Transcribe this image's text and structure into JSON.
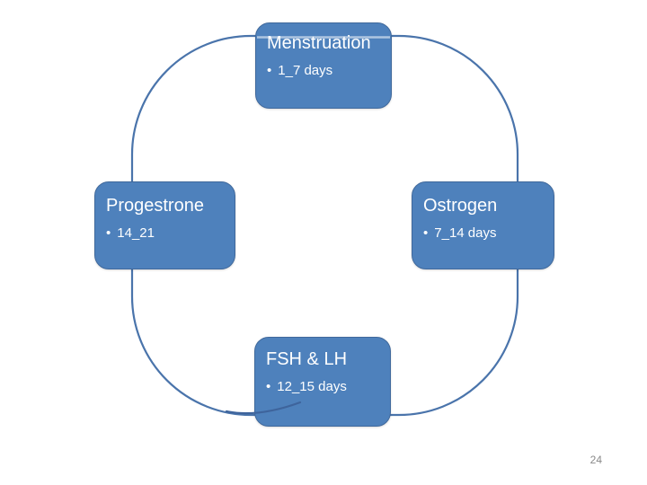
{
  "slide": {
    "page_number": "24",
    "colors": {
      "box_fill": "#4e81bc",
      "box_border": "#40699c",
      "ring_stroke": "#4a74ab",
      "tail_stroke": "#3e649c",
      "text": "#ffffff",
      "page_number_color": "#898989"
    },
    "cycle": {
      "type": "cycle-diagram",
      "bullet_char": "•",
      "nodes": [
        {
          "id": "menstruation",
          "title": "Menstruation",
          "bullet": "1_7 days"
        },
        {
          "id": "ostrogen",
          "title": "Ostrogen",
          "bullet": "7_14 days"
        },
        {
          "id": "fsh-lh",
          "title": "FSH & LH",
          "bullet": "12_15 days"
        },
        {
          "id": "progestrone",
          "title": "Progestrone",
          "bullet": "14_21"
        }
      ]
    }
  }
}
